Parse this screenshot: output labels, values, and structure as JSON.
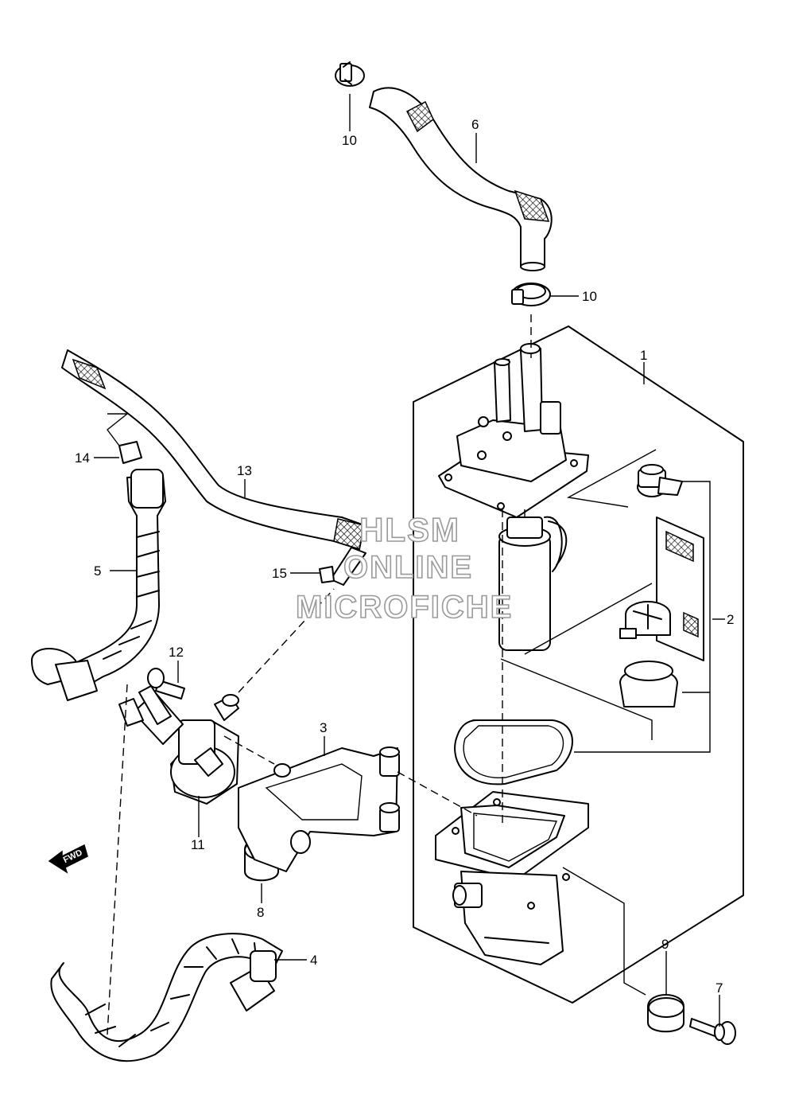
{
  "watermark": {
    "line1": "HLSM",
    "line2": "ONLINE",
    "line3": "MICROFICHE",
    "color": "#9a9a9a"
  },
  "direction_badge": {
    "label": "FWD",
    "icon": "arrow-left-icon"
  },
  "callouts": {
    "c1": "1",
    "c2": "2",
    "c3": "3",
    "c4": "4",
    "c5": "5",
    "c6": "6",
    "c7": "7",
    "c8": "8",
    "c9": "9",
    "c10a": "10",
    "c10b": "10",
    "c11": "11",
    "c12": "12",
    "c13": "13",
    "c14": "14",
    "c15": "15"
  }
}
